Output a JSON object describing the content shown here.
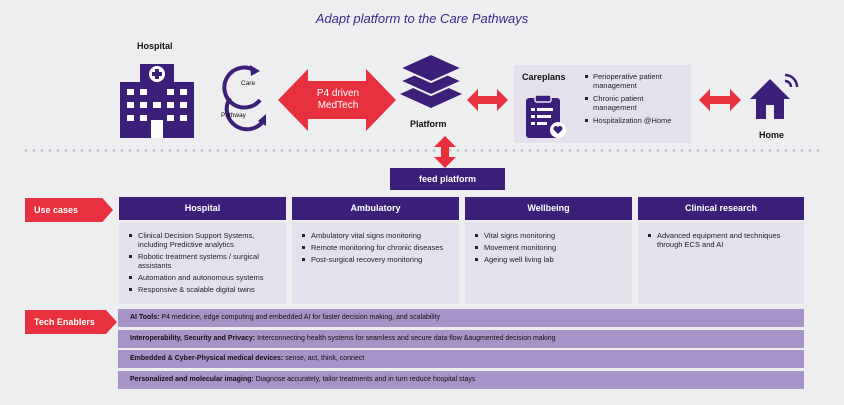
{
  "title": "Adapt platform to the Care Pathways",
  "hospital_label": "Hospital",
  "care_pathway": {
    "top": "Care",
    "bottom": "Pathway"
  },
  "p4_arrow": {
    "line1": "P4 driven",
    "line2": "MedTech"
  },
  "platform_label": "Platform",
  "careplans": {
    "title": "Careplans",
    "items": [
      "Perioperative patient management",
      "Chronic patient management",
      "Hospitalization @Home"
    ]
  },
  "home_label": "Home",
  "feed_platform": "feed platform",
  "use_cases_label": "Use cases",
  "tech_enablers_label": "Tech Enablers",
  "columns": [
    {
      "title": "Hospital",
      "items": [
        "Clinical Decision Support Systems, including Predictive analytics",
        "Robotic treatment systems / surgical assistants",
        "Automation and autonomous systems",
        "Responsive & scalable digital twins"
      ]
    },
    {
      "title": "Ambulatory",
      "items": [
        "Ambulatory vital signs monitoring",
        "Remote monitoring for chronic diseases",
        "Post-surgical recovery monitoring"
      ]
    },
    {
      "title": "Wellbeing",
      "items": [
        "Vital signs monitoring",
        "Movement monitoring",
        "Ageing well living lab"
      ]
    },
    {
      "title": "Clinical research",
      "items": [
        "Advanced equipment and techniques through ECS and AI"
      ]
    }
  ],
  "tech_enablers": [
    {
      "bold": "AI Tools:",
      "text": " P4 medicine, edge computing and embedded AI for faster decision making, and scalability"
    },
    {
      "bold": "Interoperability, Security and Privacy:",
      "text": " Interconnecting health systems for seamless and secure data flow &augmented decision making"
    },
    {
      "bold": "Embedded & Cyber-Physical medical devices:",
      "text": " sense, act, think, connect"
    },
    {
      "bold": "Personalized and molecular imaging:",
      "text": " Diagnose accurately, tailor treatments and in turn reduce hospital stays"
    }
  ],
  "colors": {
    "purple": "#3b1f78",
    "red": "#e8313e",
    "lavender": "#a693c8",
    "light": "#e4e1ec"
  }
}
